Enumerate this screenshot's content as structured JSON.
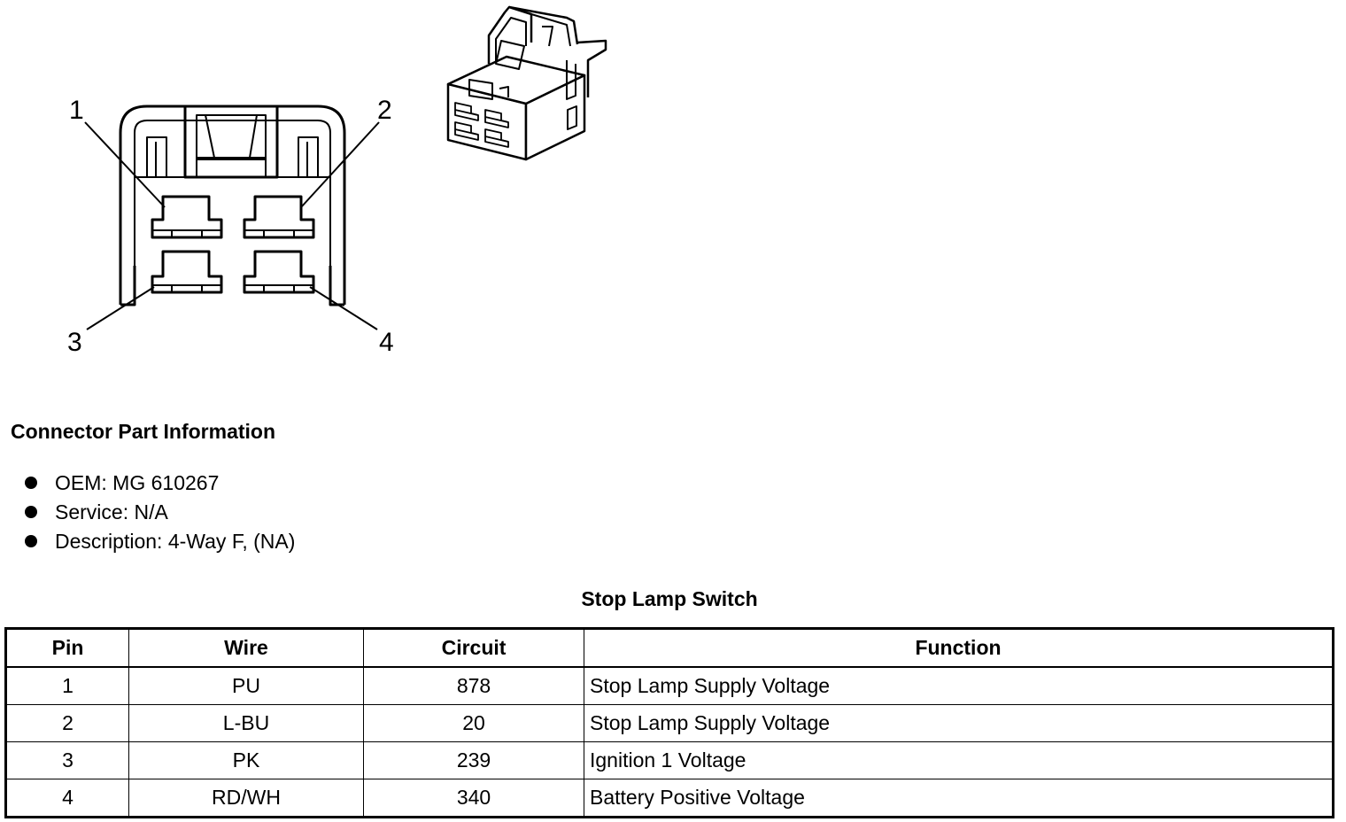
{
  "connector": {
    "pin_labels": [
      "1",
      "2",
      "3",
      "4"
    ]
  },
  "part_info": {
    "heading": "Connector Part Information",
    "items": [
      "OEM: MG 610267",
      "Service: N/A",
      "Description: 4-Way F, (NA)"
    ]
  },
  "table": {
    "title": "Stop Lamp Switch",
    "headers": [
      "Pin",
      "Wire",
      "Circuit",
      "Function"
    ],
    "rows": [
      [
        "1",
        "PU",
        "878",
        "Stop Lamp Supply Voltage"
      ],
      [
        "2",
        "L-BU",
        "20",
        "Stop Lamp Supply Voltage"
      ],
      [
        "3",
        "PK",
        "239",
        "Ignition 1 Voltage"
      ],
      [
        "4",
        "RD/WH",
        "340",
        "Battery Positive Voltage"
      ]
    ]
  }
}
